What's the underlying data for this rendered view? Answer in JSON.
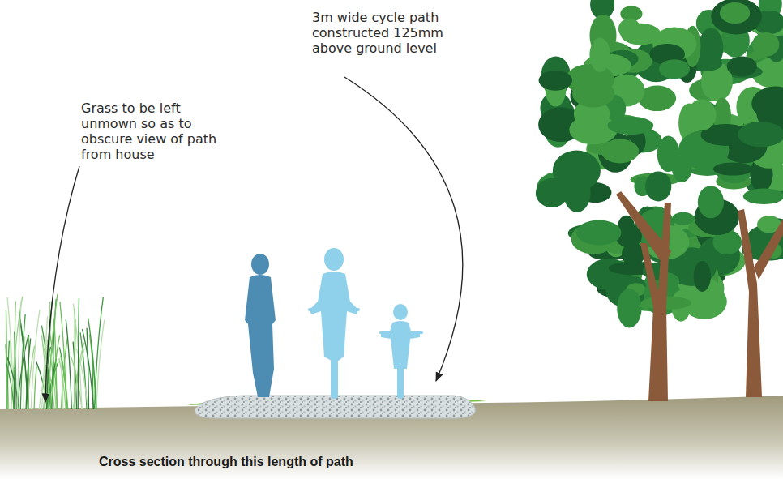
{
  "diagram": {
    "caption": "Cross section through this length of path",
    "labels": [
      "Grass to be left unmown so as to obscure view of path from house",
      "3m wide cycle path constructed 125mm above ground level"
    ]
  }
}
